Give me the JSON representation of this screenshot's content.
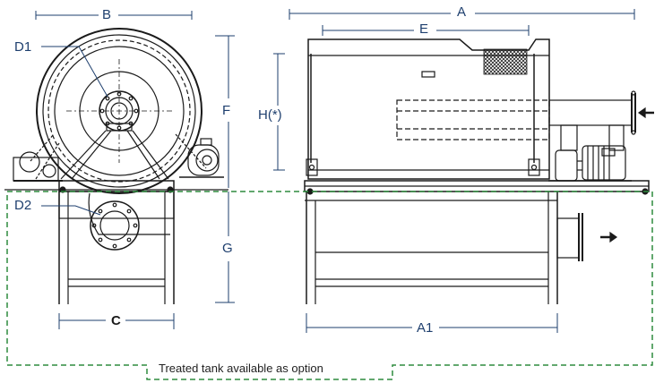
{
  "labels": {
    "B": "B",
    "A": "A",
    "E": "E",
    "D1": "D1",
    "F": "F",
    "H": "H(*)",
    "D2": "D2",
    "G": "G",
    "C": "C",
    "A1": "A1"
  },
  "caption": "Treated tank available as option",
  "colors": {
    "line": "#1a1a1a",
    "dimension": "#1e3f6e",
    "dashed_outline": "#2e8b3e",
    "mesh": "#222222"
  }
}
